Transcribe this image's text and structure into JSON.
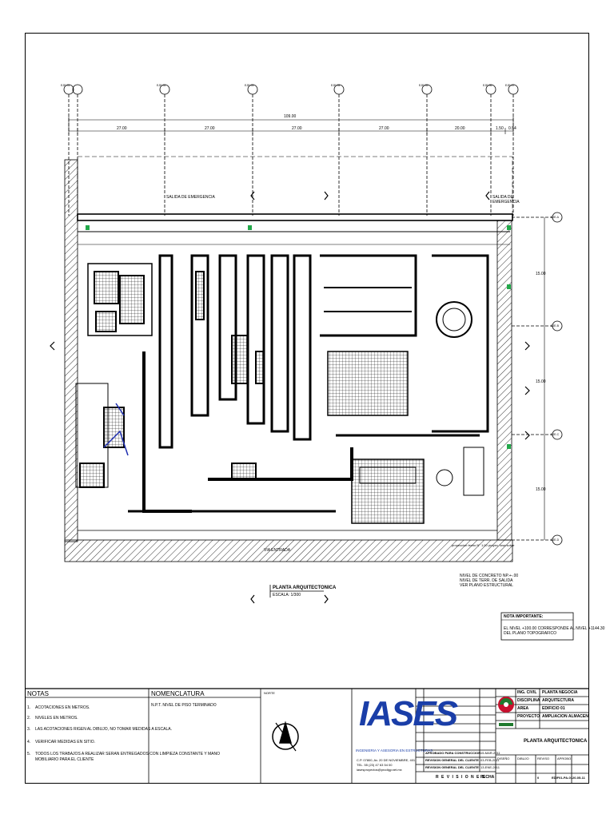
{
  "drawing": {
    "overall_dim": "109.00",
    "dims": [
      "27.00",
      "27.00",
      "27.00",
      "27.00",
      "20.00",
      "1.50",
      "0.54"
    ],
    "axes_top": [
      "EJE-01",
      "EJE-02",
      "EJE-03",
      "EJE-04",
      "EJE-05",
      "EJE-06",
      "EJE-07"
    ],
    "axes_right": [
      "EJE-A",
      "EJE-B",
      "EJE-C",
      "EJE-D"
    ],
    "side_dims": [
      "15.00",
      "15.00",
      "15.00"
    ],
    "label_salida_1": "SALIDA DE EMERGENCIA",
    "label_salida_2": "SALIDA DE EMERGENCIA",
    "label_via": "VIA ENTRADA",
    "label_bottom_right": "proyeccion techo N° 1.00 proyec. losa sobre",
    "label_nivel_1": "NIVEL DE CONCRETO NP.+-.00",
    "label_nivel_2": "NIVEL DE TERR. DE SALIDA",
    "label_nivel_3": "VER PLANO ESTRUCTURAL",
    "plan_title": "PLANTA ARQUITECTONICA",
    "plan_scale": "ESCALA: 1/300"
  },
  "note_box": {
    "title": "NOTA IMPORTANTE:",
    "line1": "EL NIVEL +100.00 CORRESPONDE AL NIVEL +1144.30",
    "line2": "DEL PLANO TOPOGRAFICO"
  },
  "notes": {
    "title": "NOTAS",
    "items": [
      {
        "num": "1.",
        "text": "ACOTACIONES EN METROS."
      },
      {
        "num": "2.",
        "text": "NIVELES EN METROS."
      },
      {
        "num": "3.",
        "text": "LAS ACOTACIONES RIGEN AL DIBUJO, NO TOMAR MEDIDAS A ESCALA."
      },
      {
        "num": "4.",
        "text": "VERIFICAR MEDIDAS EN SITIO."
      },
      {
        "num": "5.",
        "text": "TODOS LOS TRABAJOS A REALIZAR SERAN ENTREGADOS CON LIMPIEZA CONSTANTE Y MANO"
      },
      {
        "num": "",
        "text": "MOBILIARIO PARA EL CLIENTE"
      }
    ]
  },
  "nomenclature": {
    "title": "NOMENCLATURA",
    "line": "N.P.T.   NIVEL DE PISO TERMINADO"
  },
  "north": {
    "label": "NORTE"
  },
  "company": {
    "name": "IASES",
    "subtitle": "INGENIERIA Y ASESORIA EN ESTRUCTURAS",
    "address1": "C.P. 07800, Av. 20 DE NOVIEMBRE, 401",
    "address2": "TEL. 55 (23) 47 63 54 00",
    "email": "iasesproyectos@prodigy.net.mx"
  },
  "revisions": {
    "label": "R E V I S I O N E S",
    "fecha": "FECHA",
    "rows": [
      {
        "desc": "APROBADO PARA CONSTRUCCION",
        "date": "15-MAR-2011"
      },
      {
        "desc": "REVISION GENERAL DEL CLIENTE",
        "date": "03-FEB-2011"
      },
      {
        "desc": "REVISION GENERAL DEL CLIENTE",
        "date": "13-ENE-2011"
      }
    ]
  },
  "title_block": {
    "rows": [
      {
        "k": "ING. CIVIL",
        "v": "PLANTA NEGOCIA"
      },
      {
        "k": "DISCIPLINA",
        "v": "ARQUITECTURA"
      },
      {
        "k": "AREA",
        "v": "EDIFICIO 01"
      },
      {
        "k": "PROYECTO",
        "v": "AMPLIACION ALMACEN"
      }
    ],
    "drawing_title": "PLANTA ARQUITECTONICA",
    "fields": [
      "DISEÑO",
      "DIBUJO",
      "REVISO",
      "APROBO"
    ],
    "dibujo_no": "EDIF01-PA-01",
    "rev": "0",
    "fecha": "20-05-11"
  },
  "colors": {
    "brand_blue": "#1a3ea8",
    "logo_red": "#c8102e",
    "logo_green": "#1f7a2e",
    "equip_green": "#22a84a",
    "equip_blue": "#1f2fb0"
  }
}
